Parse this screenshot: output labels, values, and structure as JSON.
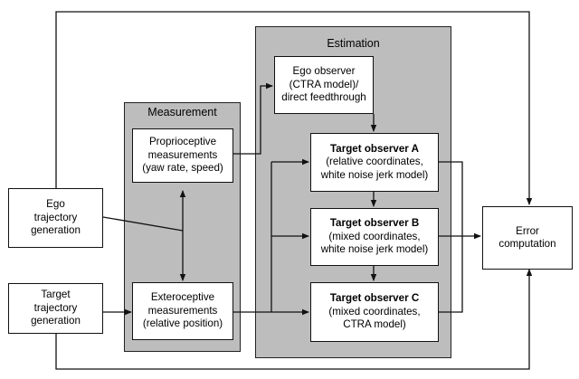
{
  "groups": {
    "measurement": "Measurement",
    "estimation": "Estimation"
  },
  "boxes": {
    "ego_traj": [
      "Ego",
      "trajectory",
      "generation"
    ],
    "target_traj": [
      "Target",
      "trajectory",
      "generation"
    ],
    "proprio": [
      "Proprioceptive",
      "measurements",
      "(yaw rate, speed)"
    ],
    "extero": [
      "Exteroceptive",
      "measurements",
      "(relative position)"
    ],
    "ego_obs": [
      "Ego observer",
      "(CTRA model)/",
      "direct feedthrough"
    ],
    "obs_a": {
      "title_prefix": "Target observer ",
      "title_letter": "A",
      "lines": [
        "(relative coordinates,",
        "white noise jerk model)"
      ]
    },
    "obs_b": {
      "title_prefix": "Target observer ",
      "title_letter": "B",
      "lines": [
        "(mixed coordinates,",
        "white noise jerk model)"
      ]
    },
    "obs_c": {
      "title_prefix": "Target observer ",
      "title_letter": "C",
      "lines": [
        "(mixed coordinates,",
        "CTRA model)"
      ]
    },
    "error": [
      "Error",
      "computation"
    ]
  }
}
